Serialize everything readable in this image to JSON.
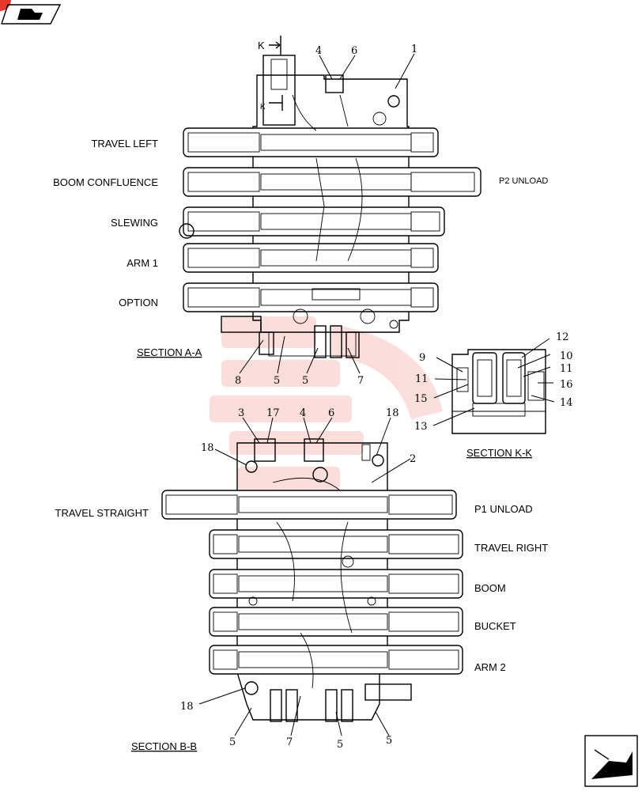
{
  "nav": {
    "top_left_icon": "book-arrow-icon",
    "bottom_right_icon": "next-page-arrow-icon"
  },
  "section_aa": {
    "title": "SECTION  A-A",
    "left_labels": [
      "TRAVEL LEFT",
      "BOOM CONFLUENCE",
      "SLEWING",
      "ARM 1",
      "OPTION"
    ],
    "right_labels": [
      "P2 UNLOAD"
    ],
    "view_marker": "K",
    "view_marker_lower": "K",
    "callouts_top": [
      "4",
      "6",
      "1"
    ],
    "callouts_bottom": [
      "8",
      "5",
      "5",
      "7"
    ]
  },
  "section_kk": {
    "title": "SECTION  K-K",
    "callouts": [
      "12",
      "10",
      "9",
      "11",
      "11",
      "16",
      "15",
      "14",
      "13"
    ]
  },
  "section_bb": {
    "title": "SECTION  B-B",
    "left_labels": [
      "TRAVEL STRAIGHT"
    ],
    "right_labels": [
      "P1 UNLOAD",
      "TRAVEL RIGHT",
      "BOOM",
      "BUCKET",
      "ARM 2"
    ],
    "callouts_top": [
      "3",
      "17",
      "4",
      "6",
      "18",
      "18",
      "2"
    ],
    "callouts_bottom": [
      "18",
      "5",
      "7",
      "5",
      "5"
    ]
  },
  "colors": {
    "watermark": "#e8372c",
    "corner_dot": "#e8372c",
    "line": "#000000"
  }
}
